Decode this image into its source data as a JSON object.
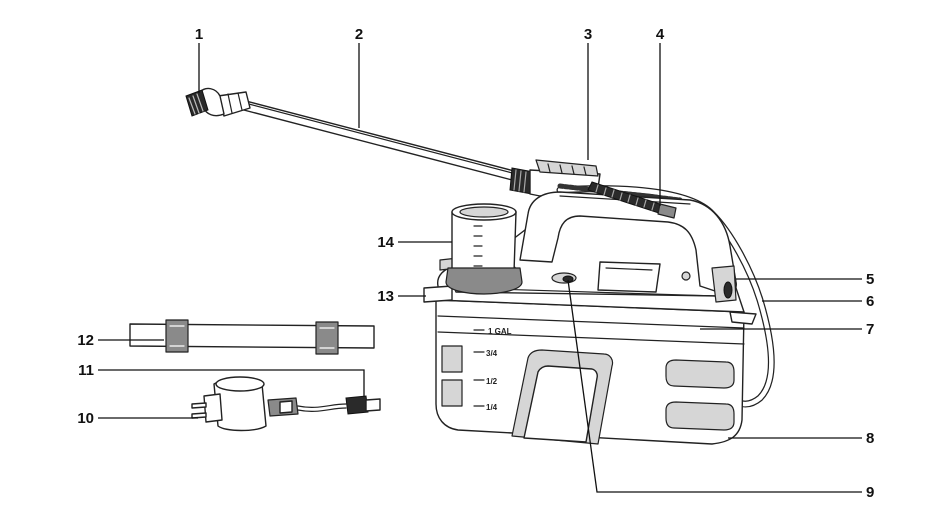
{
  "callouts": {
    "c1": "1",
    "c2": "2",
    "c3": "3",
    "c4": "4",
    "c5": "5",
    "c6": "6",
    "c7": "7",
    "c8": "8",
    "c9": "9",
    "c10": "10",
    "c11": "11",
    "c12": "12",
    "c13": "13",
    "c14": "14"
  },
  "tank_markings": {
    "gal": "1  GAL",
    "three_quarter": "3/4",
    "half": "1/2",
    "quarter": "1/4"
  }
}
